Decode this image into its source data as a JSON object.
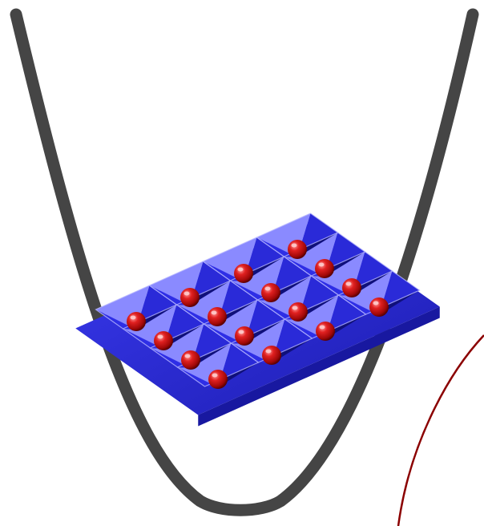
{
  "figure": {
    "lattice": {
      "rows": 4,
      "cols": 4
    },
    "colors": {
      "background": "#ffffff",
      "harmonic_trap": "#454545",
      "lattice_surface": "#2a2ad8",
      "lattice_highlight": "#8a8aff",
      "lattice_shadow": "#10107a",
      "atom": "#c81414",
      "atom_highlight": "#ff8a8a",
      "atom_shadow": "#5a0000",
      "curve_accent": "#8b0000"
    },
    "icons": [
      "harmonic-trap-curve",
      "optical-lattice-surface",
      "atom-sphere",
      "red-curve"
    ]
  }
}
